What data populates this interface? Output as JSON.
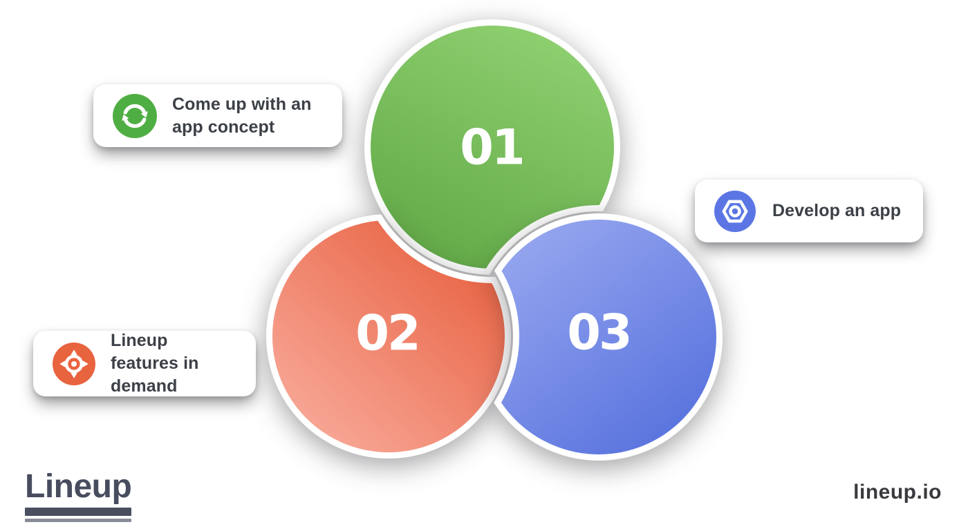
{
  "diagram": {
    "title_hint": "3-step app development overlap diagram",
    "steps": [
      {
        "number": "01",
        "label": "Come up with an app concept",
        "icon": "refresh-icon",
        "icon_bg": "#4fae43",
        "circle_gradient": [
          "#8ecf70",
          "#60a845"
        ]
      },
      {
        "number": "02",
        "label": "Lineup features in demand",
        "icon": "target-icon",
        "icon_bg": "#e8643f",
        "circle_gradient": [
          "#e7603f",
          "#f9ac9d"
        ]
      },
      {
        "number": "03",
        "label": "Develop an app",
        "icon": "hexagon-nut-icon",
        "icon_bg": "#5b76e4",
        "circle_gradient": [
          "#97a7ef",
          "#5570dd"
        ]
      }
    ],
    "text_color": "#3c4047",
    "footer": {
      "brand": "Lineup",
      "watermark": "lineup.io"
    }
  }
}
